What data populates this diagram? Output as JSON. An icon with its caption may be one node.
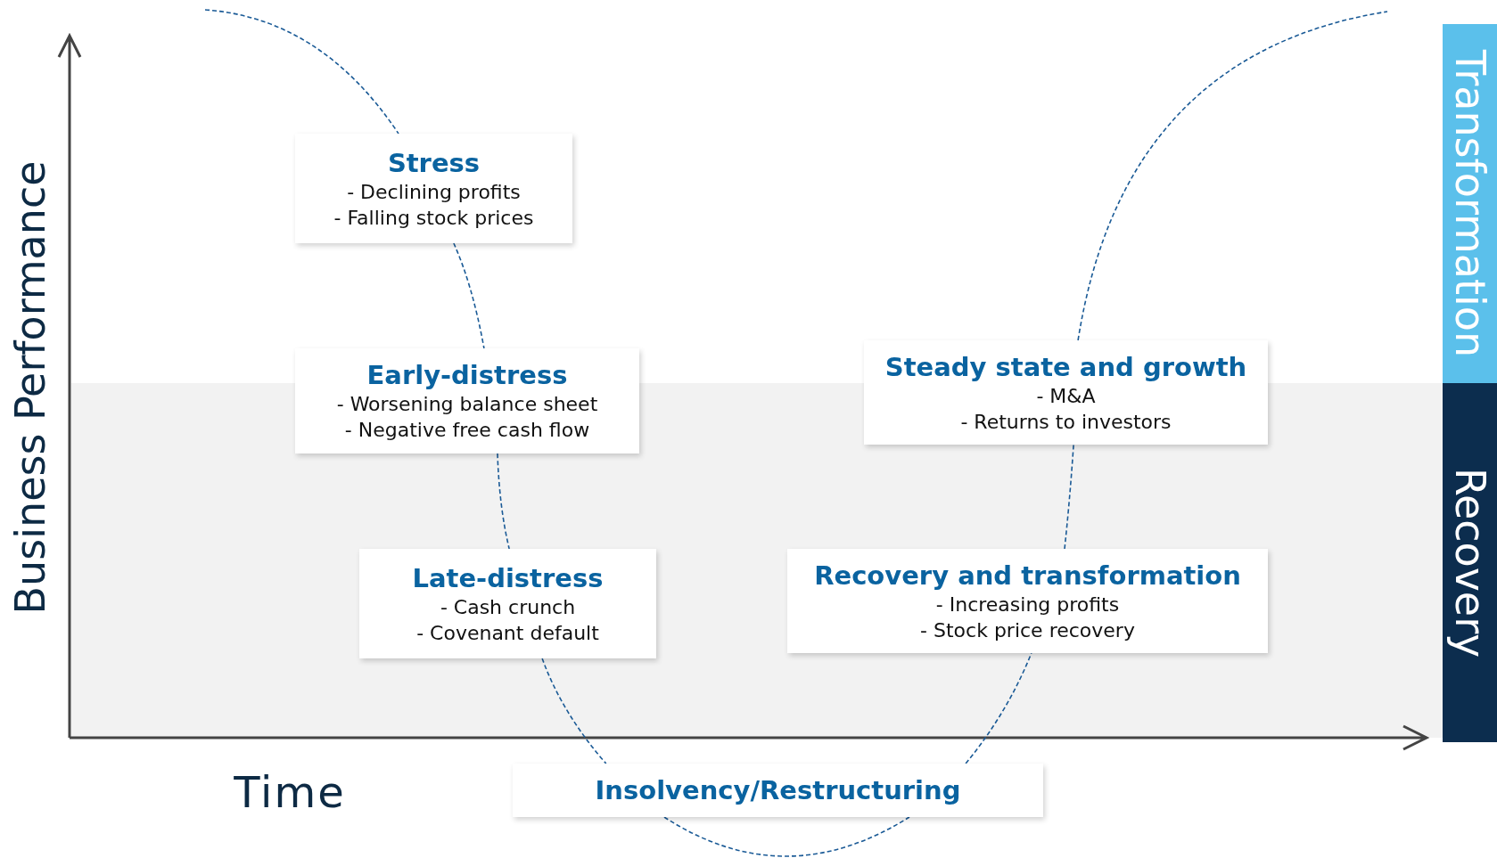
{
  "diagram": {
    "nodes": [
      {
        "text": [
          "Stress",
          "- Declining profits",
          "- Falling stock prices"
        ]
      },
      {
        "text": [
          "Early-distress",
          "- Worsening balance sheet",
          "- Negative free cash flow"
        ]
      },
      {
        "text": [
          "Late-distress",
          "- Cash crunch",
          "- Covenant default"
        ]
      },
      {
        "text": [
          "Insolvency/Restructuring"
        ]
      },
      {
        "text": [
          "Recovery and transformation",
          "- Increasing profits",
          "- Stock price recovery"
        ]
      },
      {
        "text": [
          "Steady state and growth",
          "- M&A",
          "- Returns to investors"
        ]
      },
      {
        "text": [
          "Transformation"
        ]
      },
      {
        "text": [
          "Recovery"
        ]
      }
    ],
    "edges": [
      {
        "from": null,
        "to": 0,
        "arrow": "none",
        "style": "dashed"
      },
      {
        "from": 0,
        "to": 1,
        "arrow": "none",
        "style": "dashed"
      },
      {
        "from": 1,
        "to": 2,
        "arrow": "none",
        "style": "dashed"
      },
      {
        "from": 2,
        "to": 3,
        "arrow": "none",
        "style": "dashed"
      },
      {
        "from": 3,
        "to": 4,
        "arrow": "none",
        "style": "dashed"
      },
      {
        "from": 4,
        "to": 5,
        "arrow": "none",
        "style": "dashed"
      },
      {
        "from": 5,
        "to": null,
        "arrow": "none",
        "style": "dashed"
      }
    ],
    "labels": [
      "Business Performance",
      "Time"
    ]
  }
}
